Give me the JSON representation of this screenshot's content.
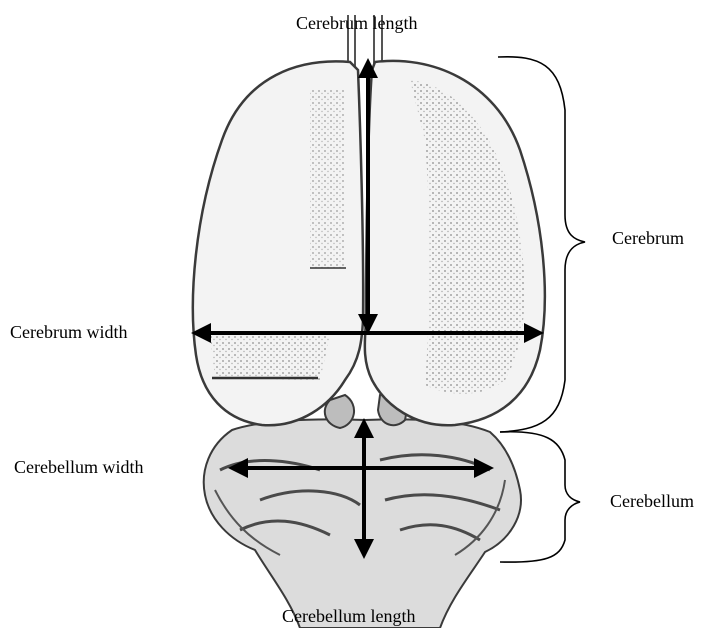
{
  "labels": {
    "cerebrum_length": "Cerebrum length",
    "cerebrum_width": "Cerebrum width",
    "cerebellum_width": "Cerebellum width",
    "cerebellum_length": "Cerebellum length",
    "cerebrum": "Cerebrum",
    "cerebellum": "Cerebellum"
  },
  "colors": {
    "ink": "#000000",
    "outline": "#3a3a3a",
    "shade": "#8a8a8a",
    "lobe_fill": "#f3f3f3",
    "cerebellum_fill": "#dcdcdc"
  }
}
